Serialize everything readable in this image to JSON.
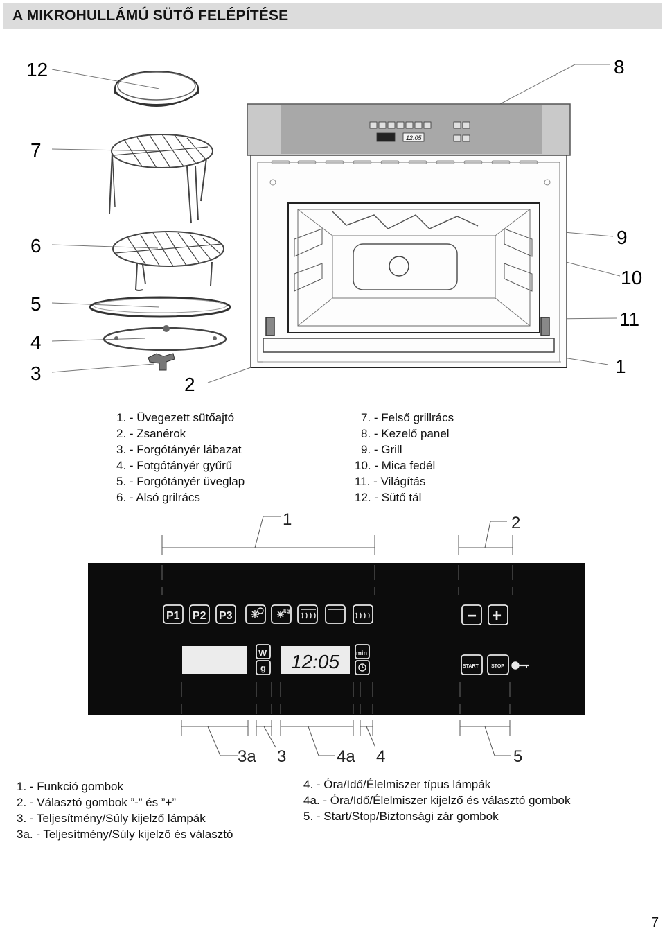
{
  "page": {
    "title": "A MIKROHULLÁMÚ SÜTŐ FELÉPÍTÉSE",
    "page_number": "7"
  },
  "oven_diagram": {
    "callouts": [
      "1",
      "2",
      "3",
      "4",
      "5",
      "6",
      "7",
      "8",
      "9",
      "10",
      "11",
      "12"
    ],
    "panel_mini_time": "12:05"
  },
  "oven_legend": {
    "left": [
      "1. - Üvegezett sütőajtó",
      "2. - Zsanérok",
      "3. - Forgótányér lábazat",
      "4. - Fotgótányér gyűrű",
      "5. - Forgótányér üveglap",
      "6. - Alsó grilrács"
    ],
    "right": [
      "7. - Felső grillrács",
      "8. - Kezelő panel",
      "9. - Grill",
      "10. - Mica fedél",
      "11. - Világítás",
      "12. - Sütő tál"
    ]
  },
  "panel_diagram": {
    "callouts_top": [
      "1",
      "2"
    ],
    "callouts_bottom": [
      "3a",
      "3",
      "4a",
      "4",
      "5"
    ],
    "buttons": {
      "p1": "P1",
      "p2": "P2",
      "p3": "P3",
      "minus": "−",
      "plus": "+",
      "w": "W",
      "g": "g",
      "min": "min",
      "start": "START",
      "stop": "STOP"
    },
    "time_display": "12:05"
  },
  "panel_legend": {
    "left": [
      "1. - Funkció gombok",
      "2. - Választó gombok ”-” és ”+”",
      "3. - Teljesítmény/Súly kijelző lámpák",
      "3a. - Teljesítmény/Súly kijelző és választó"
    ],
    "right": [
      "4. - Óra/Idő/Élelmiszer típus lámpák",
      "4a. - Óra/Idő/Élelmiszer kijelző és választó gombok",
      "5. - Start/Stop/Biztonsági zár gombok"
    ]
  },
  "colors": {
    "panel_bg": "#0c0c0c",
    "title_bar": "#dcdcdc",
    "line": "#555555"
  }
}
